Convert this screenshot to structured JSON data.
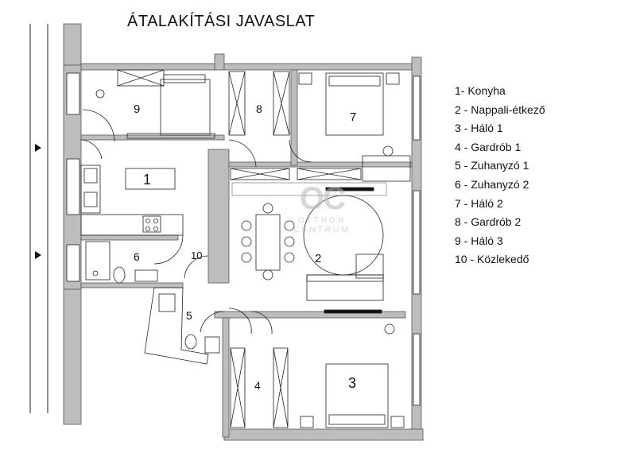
{
  "title": "ÁTALAKÍTÁSI JAVASLAT",
  "rooms": [
    {
      "num": "1",
      "name": "Konyha"
    },
    {
      "num": "2",
      "name": "Nappali-étkező"
    },
    {
      "num": "3",
      "name": "Háló 1"
    },
    {
      "num": "4",
      "name": "Gardrób 1"
    },
    {
      "num": "5",
      "name": "Zuhanyzó 1"
    },
    {
      "num": "6",
      "name": "Zuhanyzó 2"
    },
    {
      "num": "7",
      "name": "Háló 2"
    },
    {
      "num": "8",
      "name": "Gardrób 2"
    },
    {
      "num": "9",
      "name": "Háló 3"
    },
    {
      "num": "10",
      "name": "Közlekedő"
    }
  ],
  "legend": [
    "1- Konyha",
    "2 - Nappali-étkező",
    "3 - Háló 1",
    "4 - Gardrób 1",
    "5 - Zuhanyzó 1",
    "6 - Zuhanyzó 2",
    "7 - Háló 2",
    "8 - Gardrób 2",
    "9 - Háló 3",
    "10 - Közlekedő"
  ],
  "watermark": {
    "logo": "OC",
    "line1": "OTTHON",
    "line2": "CENTRUM"
  },
  "colors": {
    "wall": "#bdbdbd",
    "line": "#222222"
  }
}
